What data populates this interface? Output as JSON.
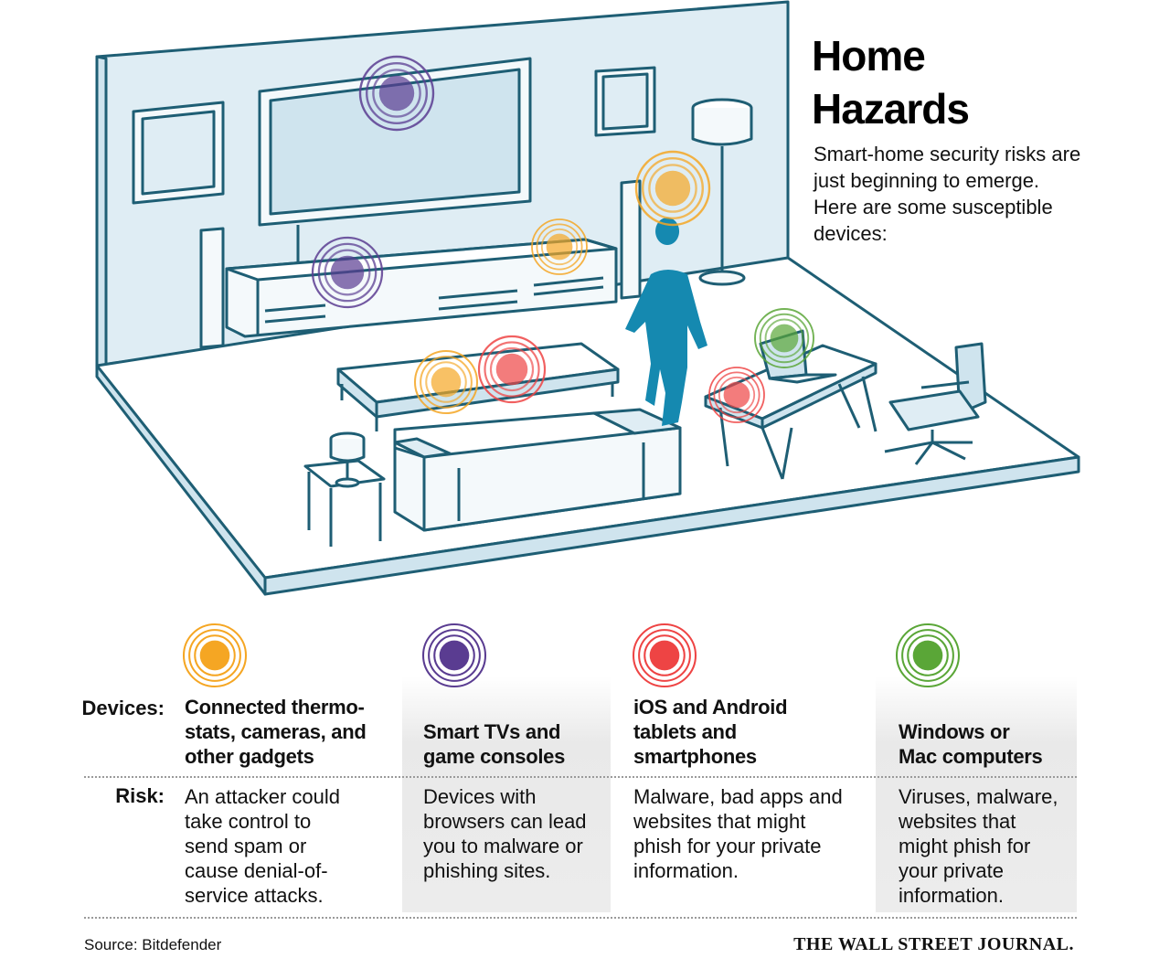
{
  "title": "Home Hazards",
  "subtitle": "Smart-home security risks are just beginning to emerge. Here are some susceptible devices:",
  "colors": {
    "orange": "#f5a623",
    "purple": "#5a3c91",
    "red": "#ee4444",
    "green": "#5aa637",
    "wall": "#dfedf4",
    "outline": "#1e5e74",
    "person": "#1589b0"
  },
  "labels": {
    "devices": "Devices:",
    "risk": "Risk:"
  },
  "categories": [
    {
      "color": "orange",
      "devices": [
        "Connected thermo-",
        "stats, cameras, and",
        "other gadgets"
      ],
      "risk": [
        "An attacker could",
        "take control to",
        "send spam or",
        "cause denial-of-",
        "service attacks."
      ]
    },
    {
      "color": "purple",
      "devices": [
        "Smart TVs and",
        "game consoles"
      ],
      "risk": [
        "Devices with",
        "browsers can lead",
        "you to malware or",
        "phishing sites."
      ]
    },
    {
      "color": "red",
      "devices": [
        "iOS and Android",
        "tablets and",
        "smartphones"
      ],
      "risk": [
        "Malware, bad apps and",
        "websites that might",
        "phish for your private",
        "information."
      ]
    },
    {
      "color": "green",
      "devices": [
        "Windows or",
        "Mac computers"
      ],
      "risk": [
        "Viruses, malware,",
        "websites that",
        "might phish for",
        "your private",
        "information."
      ]
    }
  ],
  "source": "Source: Bitdefender",
  "publisher": "THE WALL STREET JOURNAL."
}
